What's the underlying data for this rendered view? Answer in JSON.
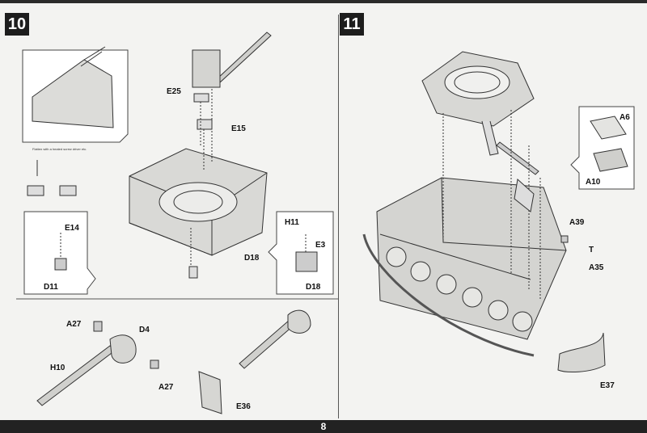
{
  "page_number": "8",
  "steps": {
    "left": "10",
    "right": "11"
  },
  "note": "Flatten with a heated screw driver etc.",
  "parts": {
    "E25": "E25",
    "E15": "E15",
    "E14": "E14",
    "D11": "D11",
    "H11": "H11",
    "E3": "E3",
    "D18a": "D18",
    "D18b": "D18",
    "A27a": "A27",
    "A27b": "A27",
    "D4": "D4",
    "H10": "H10",
    "E36": "E36",
    "A6": "A6",
    "A10": "A10",
    "A39": "A39",
    "T": "T",
    "A35": "A35",
    "E37": "E37"
  }
}
